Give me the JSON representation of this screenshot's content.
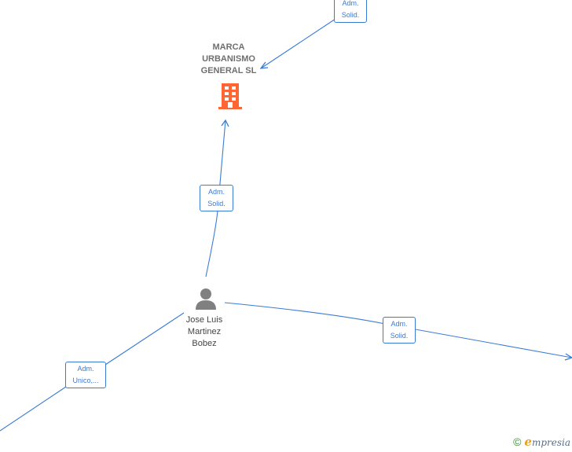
{
  "company": {
    "name_lines": [
      "MARCA",
      "URBANISMO",
      "GENERAL  SL"
    ],
    "icon": "building-icon",
    "color": "#ff6633"
  },
  "person": {
    "name_lines": [
      "Jose Luis",
      "Martinez",
      "Bobez"
    ],
    "icon": "person-icon",
    "color": "#808080"
  },
  "edges": [
    {
      "id": "top",
      "label_lines": [
        "Adm.",
        "Solid."
      ]
    },
    {
      "id": "person-company",
      "label_lines": [
        "Adm.",
        "Solid."
      ]
    },
    {
      "id": "person-right",
      "label_lines": [
        "Adm.",
        "Solid."
      ]
    },
    {
      "id": "person-bottom-left",
      "label_lines": [
        "Adm.",
        "Unico,..."
      ]
    }
  ],
  "colors": {
    "edge": "#3a7bd5",
    "company_text": "#6f6f6f",
    "person_text": "#444444"
  },
  "watermark": {
    "copyright": "©",
    "brand_initial": "e",
    "brand_rest": "mpresia"
  }
}
